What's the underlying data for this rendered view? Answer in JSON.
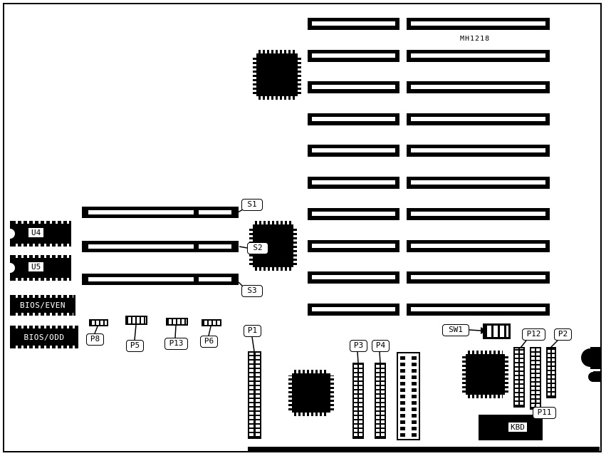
{
  "board": {
    "part_number": "MH1218",
    "ic_labels": {
      "u4": "U4",
      "u5": "U5",
      "bios_even": "BIOS/EVEN",
      "bios_odd": "BIOS/ODD",
      "kbd": "KBD"
    },
    "callouts": {
      "s1": "S1",
      "s2": "S2",
      "s3": "S3",
      "p1": "P1",
      "p2": "P2",
      "p3": "P3",
      "p4": "P4",
      "p5": "P5",
      "p6": "P6",
      "p8": "P8",
      "p11": "P11",
      "p12": "P12",
      "p13": "P13",
      "sw1": "SW1"
    }
  }
}
